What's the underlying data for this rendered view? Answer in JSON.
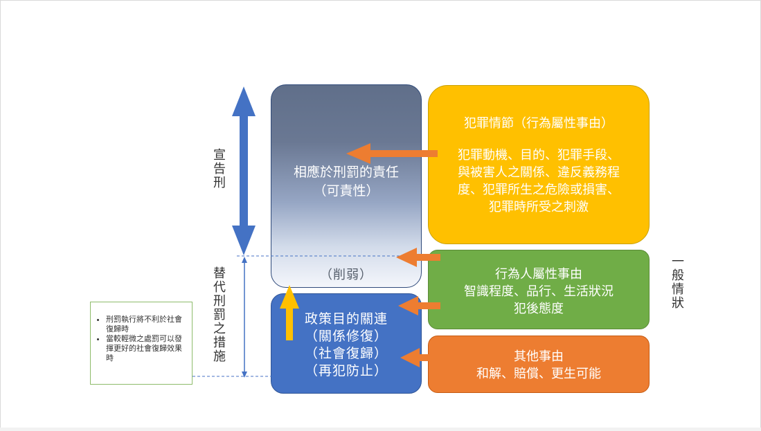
{
  "left_labels": {
    "sentence": "宣告刑",
    "alternative": "替代刑罰之措施"
  },
  "responsibility_box": {
    "title_line1": "相應於刑罰的責任",
    "title_line2": "（可責性）",
    "weaken": "（削弱）"
  },
  "policy_box": {
    "line1": "政策目的關連",
    "line2": "（關係修復）",
    "line3": "（社會復歸）",
    "line4": "（再犯防止）"
  },
  "crime_box": {
    "title": "犯罪情節（行為屬性事由）",
    "line1": "犯罪動機、目的、犯罪手段、",
    "line2": "與被害人之關係、違反義務程",
    "line3": "度、犯罪所生之危險或損害、",
    "line4": "犯罪時所受之刺激"
  },
  "actor_box": {
    "line1": "行為人屬性事由",
    "line2": "智識程度、品行、生活狀況",
    "line3": "犯後態度"
  },
  "other_box": {
    "line1": "其他事由",
    "line2": "和解、賠償、更生可能"
  },
  "note_box": {
    "items": [
      "刑罰執行將不利於社會復歸時",
      "當較輕微之處罰可以發揮更好的社會復歸效果時"
    ]
  },
  "right_label": "一般情狀",
  "colors": {
    "navy_gradient_top": "#606f8a",
    "policy_blue": "#4472c4",
    "crime_gold": "#ffc000",
    "actor_green": "#70ad47",
    "other_orange": "#ed7d31",
    "arrow_orange": "#ed7d31",
    "up_arrow_yellow": "#ffc000",
    "double_arrow_blue": "#4472c4"
  }
}
